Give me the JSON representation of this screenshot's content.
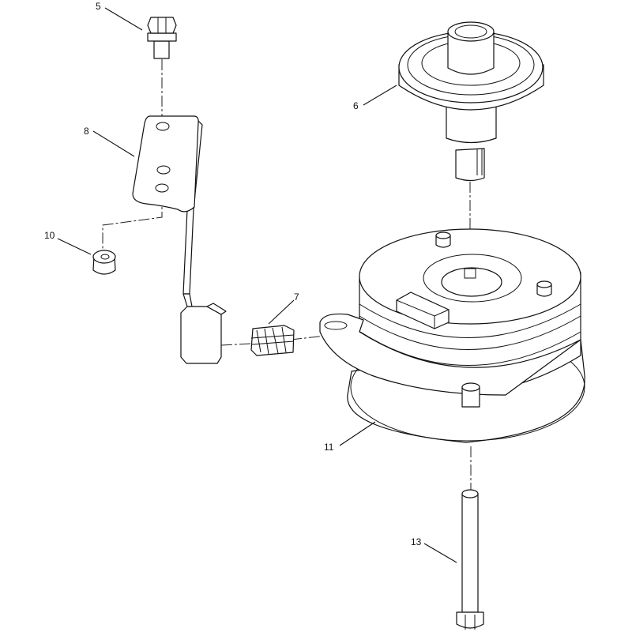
{
  "callouts": {
    "c5": "5",
    "c6": "6",
    "c7": "7",
    "c8": "8",
    "c10": "10",
    "c11": "11",
    "c13": "13"
  }
}
